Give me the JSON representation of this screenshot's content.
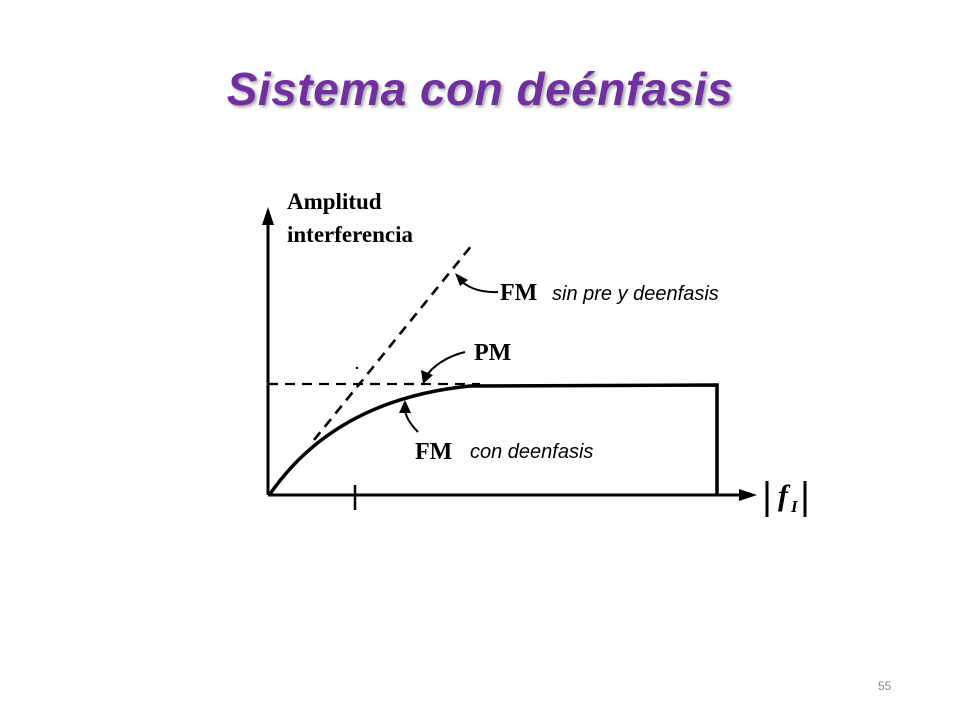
{
  "slide": {
    "title": "Sistema con deénfasis",
    "page_number": "55",
    "title_color": "#7030a0"
  },
  "diagram": {
    "y_axis_label_line1": "Amplitud",
    "y_axis_label_line2": "interferencia",
    "x_axis_label": "f",
    "x_axis_label_subscript": "I",
    "curve_fm_no_emphasis": {
      "label_bold": "FM",
      "label_italic": "sin pre y deenfasis"
    },
    "curve_pm": {
      "label_bold": "PM"
    },
    "curve_fm_deemphasis": {
      "label_bold": "FM",
      "label_italic": "con deenfasis"
    }
  }
}
